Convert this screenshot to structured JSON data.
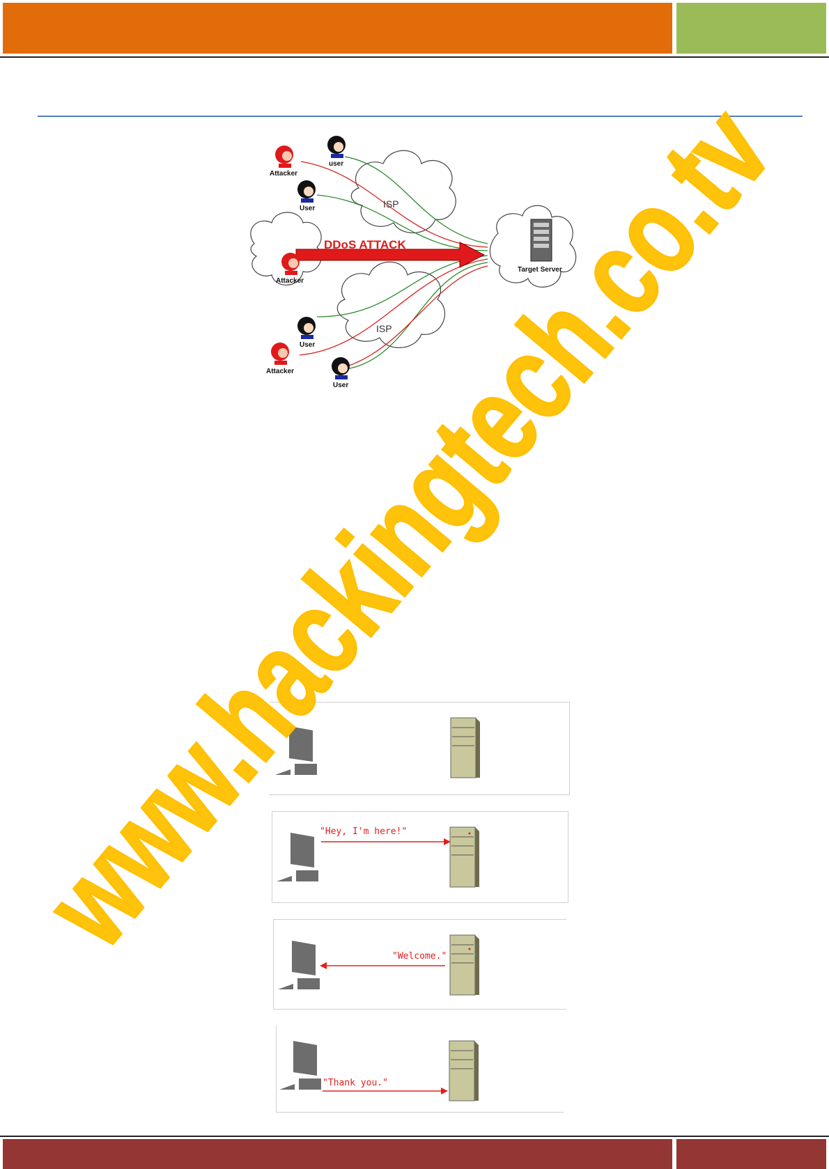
{
  "diagram_ddos": {
    "attacker_label": "Attacker",
    "user_label_lower": "user",
    "user_label": "User",
    "isp_label": "ISP",
    "attack_label": "DDoS ATTACK",
    "target_label": "Target Server"
  },
  "handshake": {
    "msg1": "\"Hey, I'm here!\"",
    "msg2": "\"Welcome.\"",
    "msg3": "\"Thank you.\""
  },
  "watermark": {
    "text": "www.hackingtech.co.tv",
    "color": "#ffc000"
  },
  "colors": {
    "header_orange": "#e36c0a",
    "header_green": "#9bbb59",
    "footer": "#943634",
    "rule_blue": "#4f81bd"
  }
}
